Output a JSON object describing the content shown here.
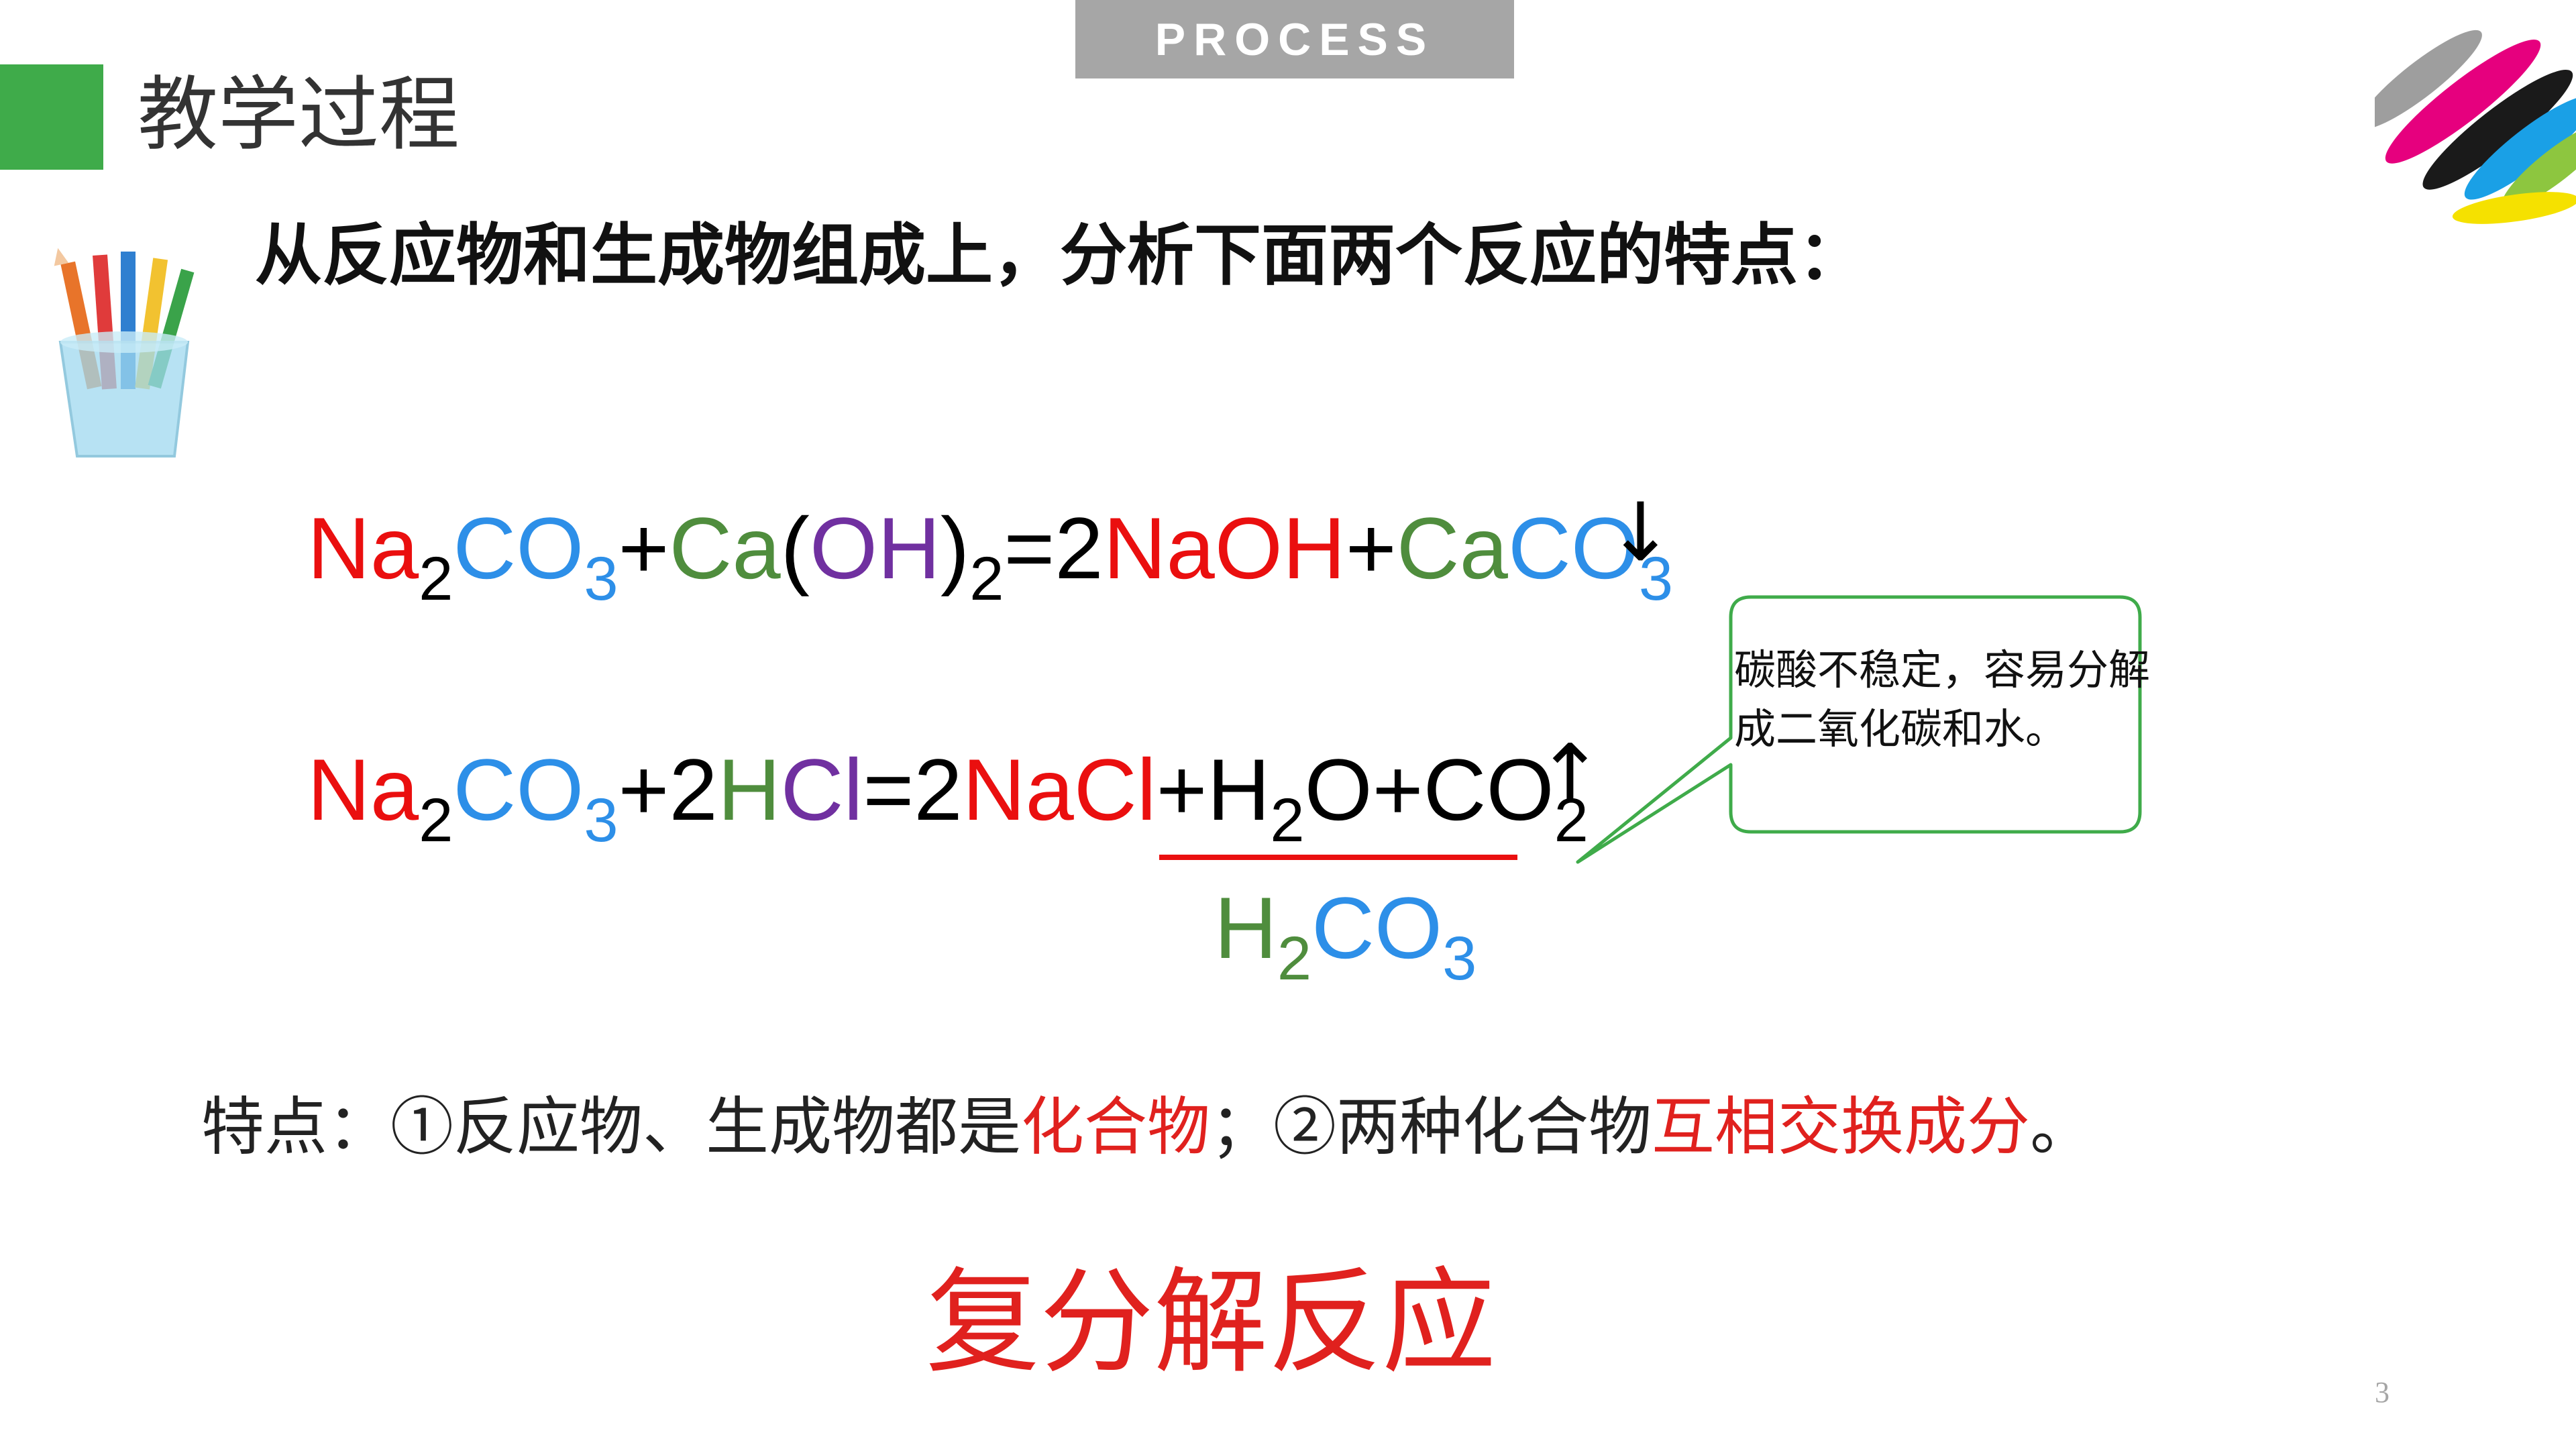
{
  "header": {
    "tab_label": "PROCESS",
    "section_title": "教学过程"
  },
  "intro_text": "从反应物和生成物组成上，分析下面两个反应的特点：",
  "equation1": {
    "parts": [
      "Na",
      "2",
      "CO",
      "3",
      "+",
      "Ca",
      "(",
      "OH",
      ")",
      "2",
      "=2",
      "NaOH",
      "+",
      "Ca",
      "CO",
      "3"
    ],
    "precipitate_arrow": "↓"
  },
  "equation2": {
    "parts": [
      "Na",
      "2",
      "CO",
      "3",
      "+2",
      "H",
      "Cl",
      "=2",
      "NaCl",
      "+H",
      "2",
      "O+CO",
      "2"
    ],
    "gas_arrow": "↑"
  },
  "decomposition_product": {
    "parts": [
      "H",
      "2",
      "CO",
      "3"
    ]
  },
  "callout": {
    "text": "碳酸不稳定，容易分解成二氧化碳和水。"
  },
  "features": {
    "prefix": "特点：①反应物、生成物都是",
    "highlight1": "化合物",
    "middle": "；②两种化合物",
    "highlight2": "互相交换成分",
    "suffix": "。"
  },
  "conclusion": "复分解反应",
  "page_number": "3",
  "colors": {
    "accent_green": "#3fab4a",
    "tab_gray": "#a6a6a6",
    "sodium_red": "#ea0f0f",
    "carbonate_blue": "#2d8fe8",
    "calcium_green": "#4f8d3d",
    "hydroxide_purple": "#7030a0",
    "highlight_red": "#e0211e"
  },
  "icons": {
    "logo": "striped-brand-logo-icon",
    "pencil_cup": "pencil-cup-icon"
  }
}
